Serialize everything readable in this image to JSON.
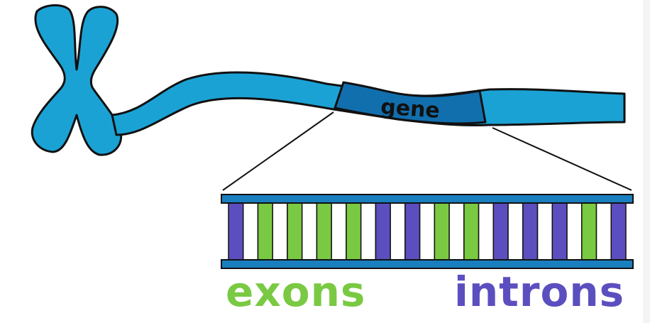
{
  "labels": {
    "gene": "gene",
    "exons": "exons",
    "introns": "introns"
  },
  "colors": {
    "chromosome": "#1ba2d5",
    "gene_segment": "#126fae",
    "outline": "#111111",
    "exon": "#7ac943",
    "intron": "#5b4fbf",
    "gap": "#ffffff",
    "rail": "#1a7fbf"
  },
  "dna_segments": [
    "intron",
    "gap",
    "exon",
    "gap",
    "exon",
    "gap",
    "exon",
    "gap",
    "exon",
    "gap",
    "intron",
    "gap",
    "intron",
    "gap",
    "exon",
    "gap",
    "exon",
    "gap",
    "intron",
    "gap",
    "intron",
    "gap",
    "intron",
    "gap",
    "exon",
    "gap",
    "intron"
  ]
}
